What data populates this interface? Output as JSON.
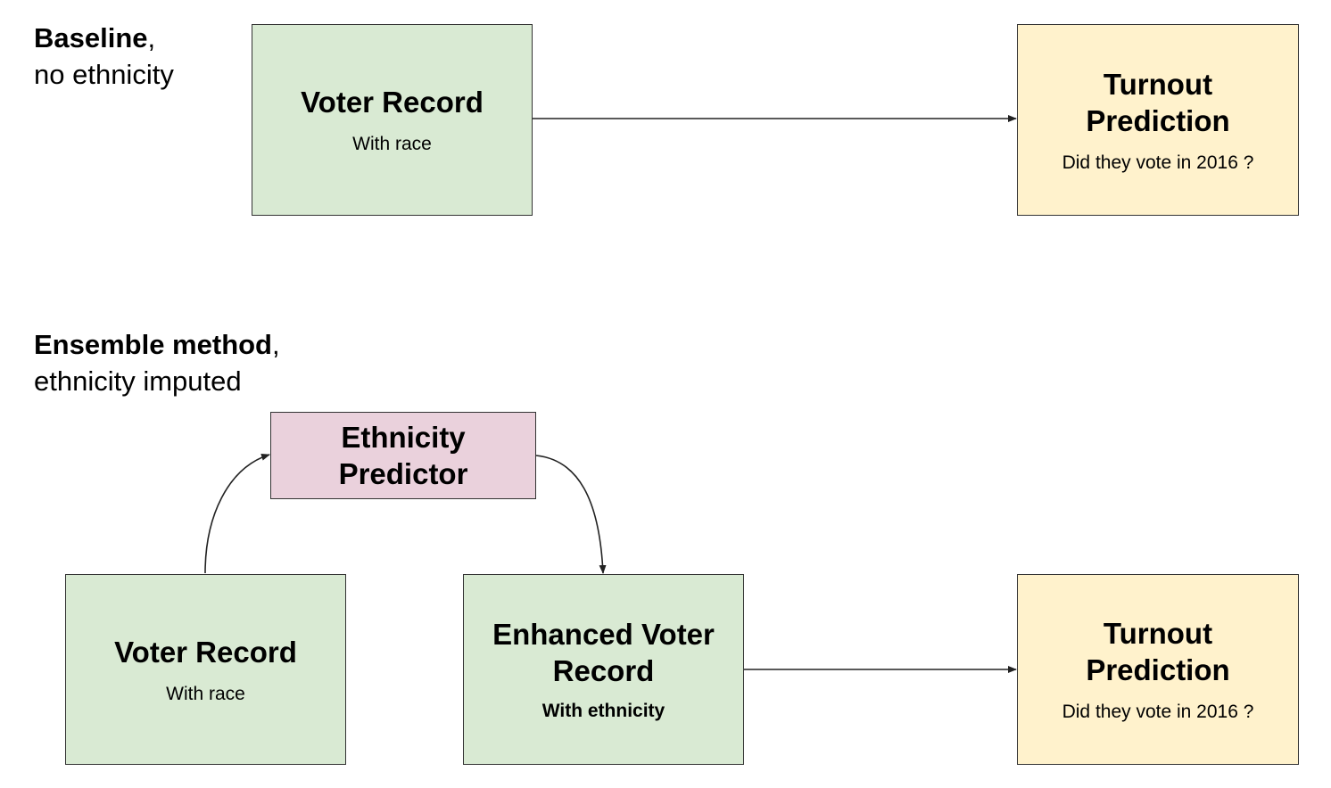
{
  "baseline": {
    "heading_bold": "Baseline",
    "heading_comma": ",",
    "heading_line2": "no ethnicity",
    "voter_record": {
      "title": "Voter Record",
      "subtitle": "With race"
    },
    "turnout": {
      "title_line1": "Turnout",
      "title_line2": "Prediction",
      "subtitle": "Did they vote in 2016 ?"
    }
  },
  "ensemble": {
    "heading_bold": "Ensemble method",
    "heading_comma": ",",
    "heading_line2": "ethnicity imputed",
    "ethnicity_predictor": {
      "title_line1": "Ethnicity",
      "title_line2": "Predictor"
    },
    "voter_record": {
      "title": "Voter Record",
      "subtitle": "With race"
    },
    "enhanced_record": {
      "title_line1": "Enhanced Voter",
      "title_line2": "Record",
      "subtitle": "With ethnicity"
    },
    "turnout": {
      "title_line1": "Turnout",
      "title_line2": "Prediction",
      "subtitle": "Did they vote in 2016 ?"
    }
  },
  "colors": {
    "record_fill": "#d9ead3",
    "prediction_fill": "#fff2cc",
    "predictor_fill": "#ead1dc",
    "border": "#333333"
  }
}
